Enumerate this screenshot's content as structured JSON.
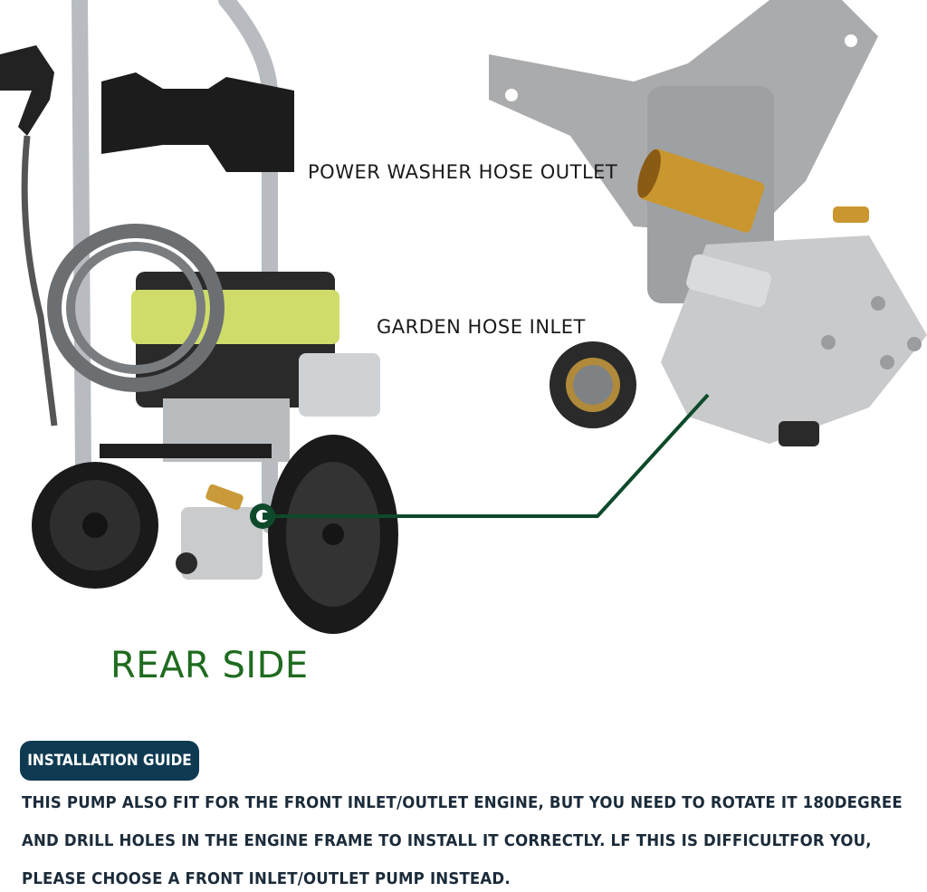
{
  "labels": {
    "outlet": "POWER WASHER HOSE OUTLET",
    "inlet": "GARDEN HOSE INLET",
    "rear_side": "REAR SIDE"
  },
  "installation_guide": {
    "badge": "INSTALLATION GUIDE",
    "lines": [
      "THIS PUMP ALSO FIT FOR THE FRONT INLET/OUTLET ENGINE, BUT YOU NEED TO ROTATE IT 180DEGREE",
      "AND DRILL HOLES IN THE ENGINE FRAME TO INSTALL IT CORRECTLY. LF THIS IS DIFFICULTFOR YOU,",
      "PLEASE CHOOSE A FRONT INLET/OUTLET PUMP INSTEAD."
    ]
  },
  "colors": {
    "callout_green": "#0d4a2a",
    "rear_side_green": "#1f6b1f",
    "badge_navy": "#0f3a52",
    "text_dark": "#1b2b3a"
  }
}
